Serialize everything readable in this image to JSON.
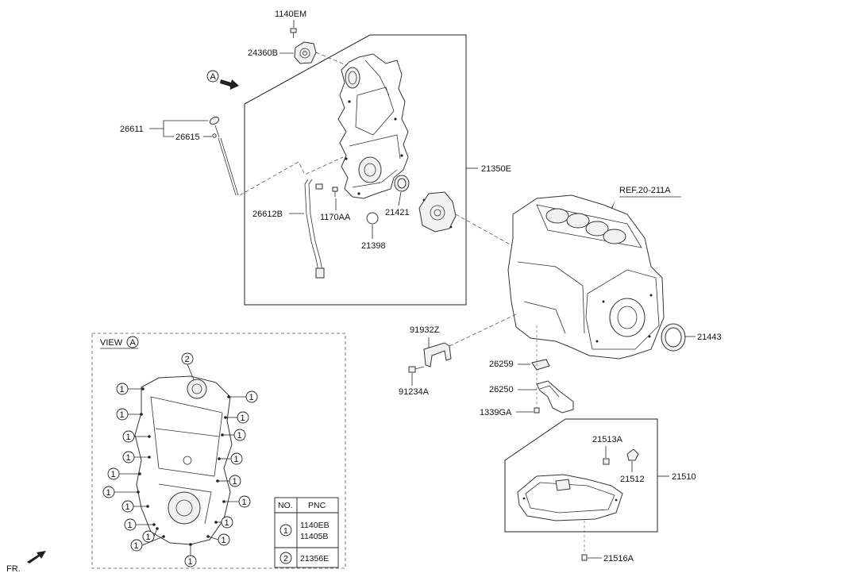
{
  "parts": {
    "p1140EM": "1140EM",
    "p24360B": "24360B",
    "p26611": "26611",
    "p26615": "26615",
    "p21350E": "21350E",
    "p26612B": "26612B",
    "p1170AA": "1170AA",
    "p21421": "21421",
    "p21398": "21398",
    "ref": "REF.20-211A",
    "p21443": "21443",
    "p91932Z": "91932Z",
    "p91234A": "91234A",
    "p26259": "26259",
    "p26250": "26250",
    "p1339GA": "1339GA",
    "p21513A": "21513A",
    "p21512": "21512",
    "p21510": "21510",
    "p21516A": "21516A"
  },
  "view_arrow_letter": "A",
  "view_label": "VIEW",
  "view_letter": "A",
  "front_label": "FR.",
  "callout_1": "1",
  "callout_2": "2",
  "table": {
    "header_no": "NO.",
    "header_pnc": "PNC",
    "row1_no": "1",
    "row1_pnc_a": "1140EB",
    "row1_pnc_b": "11405B",
    "row2_no": "2",
    "row2_pnc": "21356E"
  }
}
